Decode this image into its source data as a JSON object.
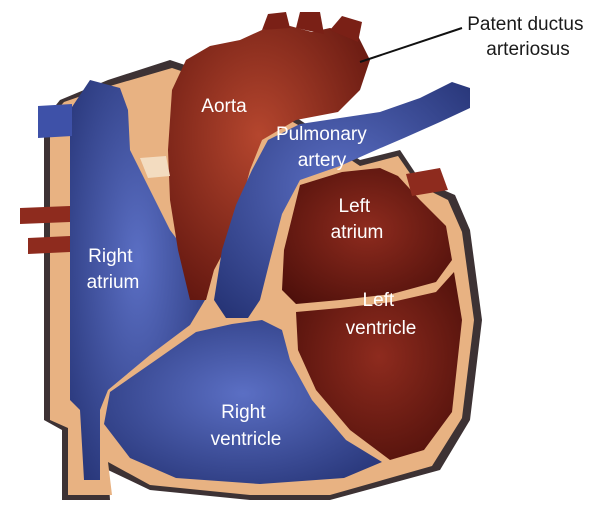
{
  "labels": {
    "aorta": "Aorta",
    "pulmonary_artery": [
      "Pulmonary",
      "artery"
    ],
    "left_atrium": [
      "Left",
      "atrium"
    ],
    "right_atrium": [
      "Right",
      "atrium"
    ],
    "left_ventricle": [
      "Left",
      "ventricle"
    ],
    "right_ventricle": [
      "Right",
      "ventricle"
    ],
    "patent_ductus": [
      "Patent ductus",
      "arteriosus"
    ]
  },
  "colors": {
    "background": "#ffffff",
    "wall": "#e8b282",
    "oxygenated": "#7a2016",
    "deoxygenated": "#2f3d8a",
    "outline_shadow": "#4a3a3a",
    "leader_line": "#111111"
  }
}
